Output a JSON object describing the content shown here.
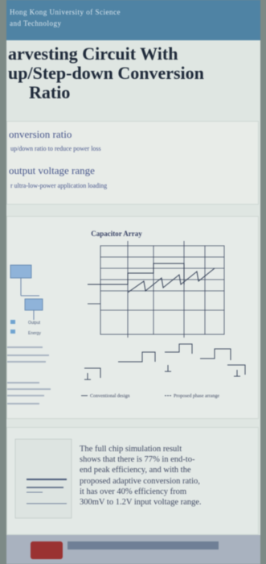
{
  "poster": {
    "header_lines": [
      "Hong Kong University of Science",
      "and Technology"
    ],
    "title_lines": [
      "arvesting Circuit With",
      "up/Step-down Conversion",
      "Ratio"
    ],
    "goals": [
      {
        "heading": "onversion ratio",
        "sub": "up/down ratio to reduce power loss"
      },
      {
        "heading": "output voltage range",
        "sub": "r ultra-low-power application loading"
      }
    ],
    "figure": {
      "title": "Capacitor Array",
      "legend": [
        "Conventional design",
        "Proposed phase arrange"
      ],
      "left_labels": [
        "Output",
        "Energy"
      ]
    },
    "results_lines": [
      "The full chip simulation result",
      "shows that there is 77% in end-to-",
      "end peak efficiency, and with the",
      "proposed adaptive conversion ratio,",
      "it has over 40% efficiency from",
      "300mV to 1.2V input voltage range."
    ]
  },
  "colors": {
    "header": "#4f83a4",
    "title": "#1f2a3a",
    "body_text": "#3d4660",
    "panel": "#e6ebe8"
  }
}
